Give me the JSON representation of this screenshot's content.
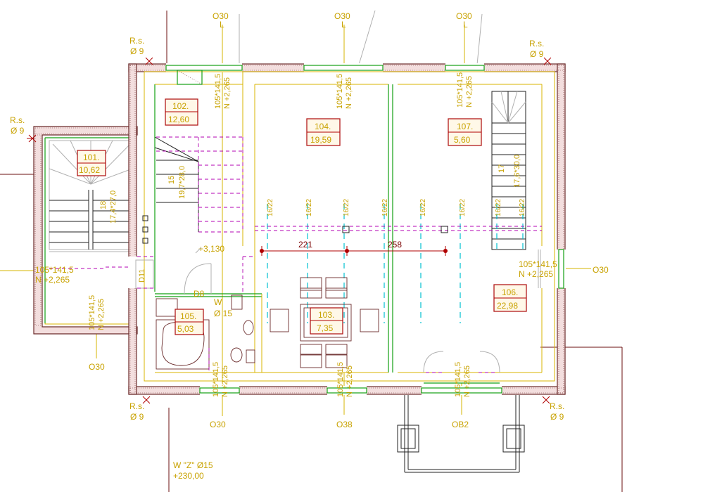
{
  "rooms": [
    {
      "id": "room-101",
      "number": "101.",
      "area": "10,62"
    },
    {
      "id": "room-102",
      "number": "102.",
      "area": "12,60"
    },
    {
      "id": "room-103",
      "number": "103.",
      "area": "7,35"
    },
    {
      "id": "room-104",
      "number": "104.",
      "area": "19,59"
    },
    {
      "id": "room-105",
      "number": "105.",
      "area": "5,03"
    },
    {
      "id": "room-106",
      "number": "106.",
      "area": "22,98"
    },
    {
      "id": "room-107",
      "number": "107.",
      "area": "5,60"
    }
  ],
  "windows": {
    "o30_label": "O30",
    "l_label": "L",
    "o38_label": "O38",
    "ob2_label": "OB2",
    "size_label": "105*141,5",
    "sill_label": "N +2,265"
  },
  "downpipes": {
    "label": "R.s.",
    "diameter": "Ø 9"
  },
  "joists": {
    "label": "16/22"
  },
  "stairs": {
    "s1": "18",
    "s1_dim": "17,4*27,0",
    "s2": "15",
    "s2_dim": "19,7*28,0",
    "s3": "17",
    "s3_dim": "17,6*30,0"
  },
  "dims": {
    "d1": "221",
    "d2": "258"
  },
  "levels": {
    "floor_level": "+3,130"
  },
  "door_labels": {
    "d11": "D11",
    "d8": "D8"
  },
  "water": {
    "w_label": "W",
    "w_diameter": "Ø 15",
    "w_z_label": "W \"Z\" Ø15",
    "w_z_level": "+230,00"
  }
}
